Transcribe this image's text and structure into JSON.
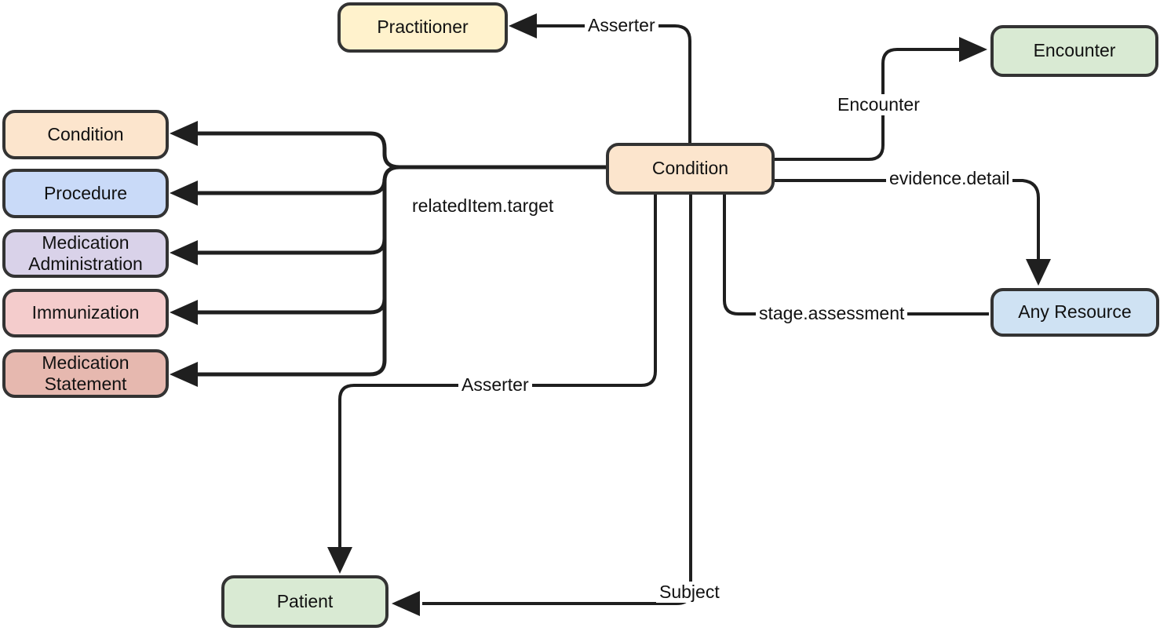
{
  "nodes": {
    "practitioner": {
      "label": "Practitioner",
      "fill": "#FFF2CC"
    },
    "encounter": {
      "label": "Encounter",
      "fill": "#D9EAD3"
    },
    "condition_left": {
      "label": "Condition",
      "fill": "#FCE5CD"
    },
    "procedure": {
      "label": "Procedure",
      "fill": "#C9DAF8"
    },
    "medication_administration": {
      "label": "Medication Administration",
      "fill": "#D9D2E9"
    },
    "immunization": {
      "label": "Immunization",
      "fill": "#F4CCCC"
    },
    "medication_statement": {
      "label": "Medication Statement",
      "fill": "#E6B8AF"
    },
    "condition_center": {
      "label": "Condition",
      "fill": "#FCE5CD"
    },
    "any_resource": {
      "label": "Any Resource",
      "fill": "#CFE2F3"
    },
    "patient": {
      "label": "Patient",
      "fill": "#D9EAD3"
    }
  },
  "edge_labels": {
    "asserter_top": "Asserter",
    "encounter": "Encounter",
    "related_item_target": "relatedItem.target",
    "evidence_detail": "evidence.detail",
    "stage_assessment": "stage.assessment",
    "asserter_mid": "Asserter",
    "subject": "Subject"
  },
  "colors": {
    "line": "#1f1f1f",
    "box_border": "#333333",
    "label_text": "#111111",
    "background": "#ffffff"
  }
}
